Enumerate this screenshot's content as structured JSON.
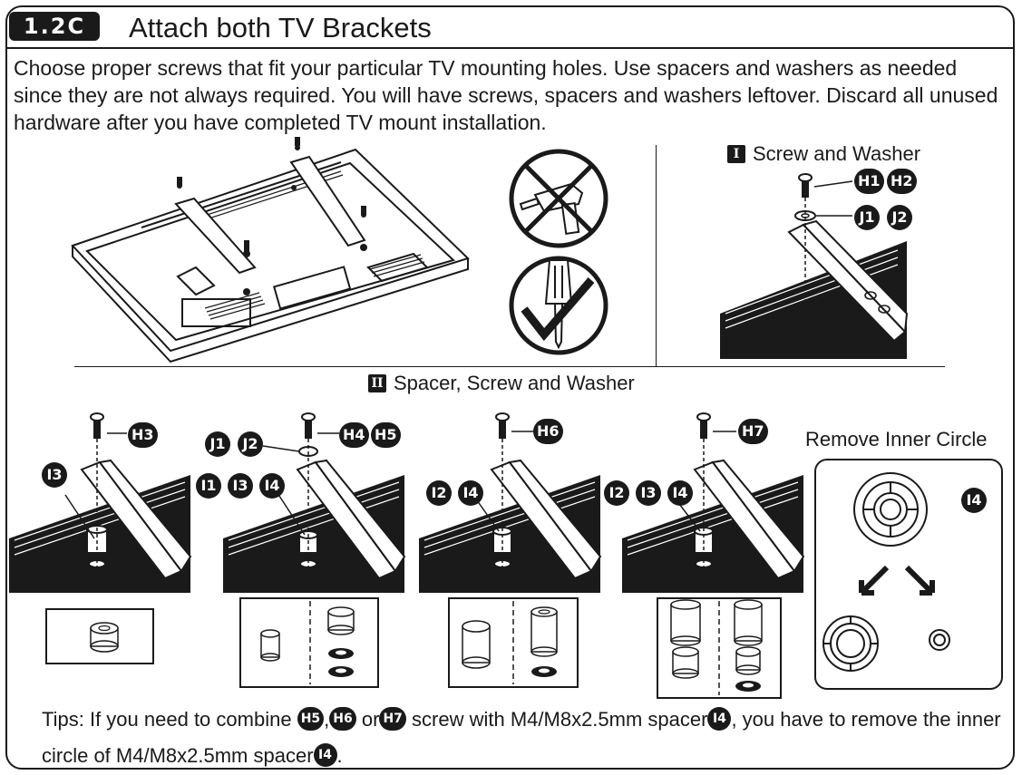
{
  "header": {
    "step": "1.2C",
    "title": "Attach both TV Brackets"
  },
  "intro": "Choose proper screws that fit your particular TV mounting holes. Use spacers and washers as needed since they are not always required. You will have screws, spacers and washers leftover. Discard all unused hardware after you have completed TV mount installation.",
  "section_I": {
    "roman": "I",
    "label": "Screw and Washer",
    "badges": [
      "H1",
      "H2",
      "J1",
      "J2"
    ]
  },
  "section_II": {
    "roman": "II",
    "label": "Spacer, Screw and Washer"
  },
  "panels": [
    {
      "screw_badges": [
        "H3"
      ],
      "spacer_badges": [
        "I3"
      ],
      "washer_badges": []
    },
    {
      "screw_badges": [
        "H4",
        "H5"
      ],
      "spacer_badges": [
        "I1",
        "I3",
        "I4"
      ],
      "washer_badges": [
        "J1",
        "J2"
      ]
    },
    {
      "screw_badges": [
        "H6"
      ],
      "spacer_badges": [
        "I2",
        "I4"
      ],
      "washer_badges": []
    },
    {
      "screw_badges": [
        "H7"
      ],
      "spacer_badges": [
        "I2",
        "I3",
        "I4"
      ],
      "washer_badges": []
    }
  ],
  "remove": {
    "label": "Remove Inner Circle",
    "badge": "I4"
  },
  "tips": {
    "part1": "Tips: If you need to combine",
    "badge_h5": "H5",
    "sep1": ",",
    "badge_h6": "H6",
    "or": "or",
    "badge_h7": "H7",
    "part2": "screw with M4/M8x2.5mm spacer",
    "badge_i4a": "I4",
    "part3": ", you have to remove the inner circle of M4/M8x2.5mm spacer",
    "badge_i4b": "I4",
    "end": "."
  },
  "icons": [
    "power-drill-prohibited-icon",
    "screwdriver-allowed-icon"
  ],
  "colors": {
    "ink": "#1a1a1a",
    "paper": "#ffffff"
  }
}
